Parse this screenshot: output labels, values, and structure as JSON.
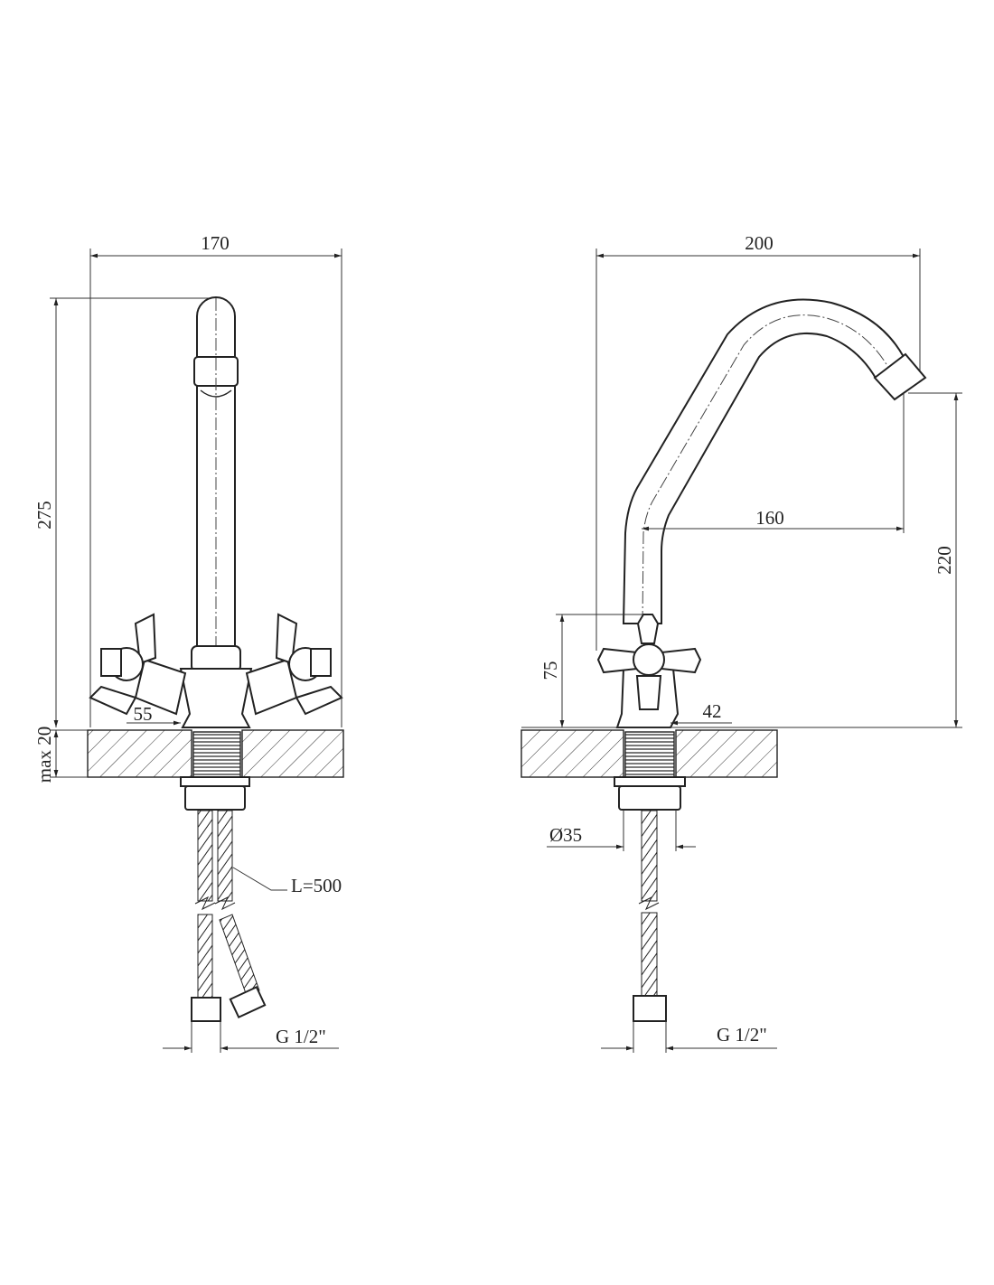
{
  "front_view": {
    "width_label": "170",
    "height_label": "275",
    "handle_offset_label": "55",
    "counter_thickness_label": "max 20",
    "hose_length_label": "L=500",
    "connection_label": "G 1/2\""
  },
  "side_view": {
    "reach_total_label": "200",
    "reach_spout_label": "160",
    "spout_height_label": "220",
    "handle_height_label": "75",
    "base_label": "42",
    "hole_diameter_label": "Ø35",
    "connection_label": "G 1/2\""
  },
  "colors": {
    "line": "#222222",
    "background": "#ffffff"
  }
}
